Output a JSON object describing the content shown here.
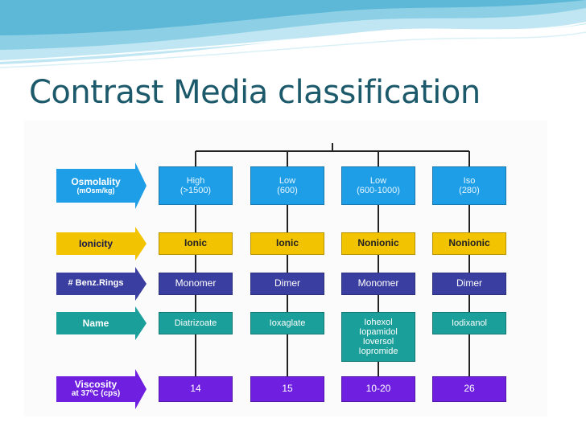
{
  "slide": {
    "title": "Contrast  Media classification"
  },
  "colors": {
    "title": "#1c5a6b",
    "osmolality": "#1e9ee6",
    "ionicity": "#f2c300",
    "benz_rings": "#3a3ea0",
    "name": "#1a9f9a",
    "viscosity": "#6f1fe0"
  },
  "rows": [
    {
      "label": "Osmolality",
      "sublabel": "(mOsm/kg)"
    },
    {
      "label": "Ionicity"
    },
    {
      "label": "# Benz.Rings"
    },
    {
      "label": "Name"
    },
    {
      "label": "Viscosity",
      "sublabel": "at 37ºC (cps)"
    }
  ],
  "columns": [
    {
      "osmolality": "High",
      "osmolality_value": "(>1500)",
      "ionicity": "Ionic",
      "benz_rings": "Monomer",
      "names": [
        "Diatrizoate"
      ],
      "viscosity": "14"
    },
    {
      "osmolality": "Low",
      "osmolality_value": "(600)",
      "ionicity": "Ionic",
      "benz_rings": "Dimer",
      "names": [
        "Ioxaglate"
      ],
      "viscosity": "15"
    },
    {
      "osmolality": "Low",
      "osmolality_value": "(600-1000)",
      "ionicity": "Nonionic",
      "benz_rings": "Monomer",
      "names": [
        "Iohexol",
        "Iopamidol",
        "Ioversol",
        "Iopromide"
      ],
      "viscosity": "10-20"
    },
    {
      "osmolality": "Iso",
      "osmolality_value": "(280)",
      "ionicity": "Nonionic",
      "benz_rings": "Dimer",
      "names": [
        "Iodixanol"
      ],
      "viscosity": "26"
    }
  ]
}
